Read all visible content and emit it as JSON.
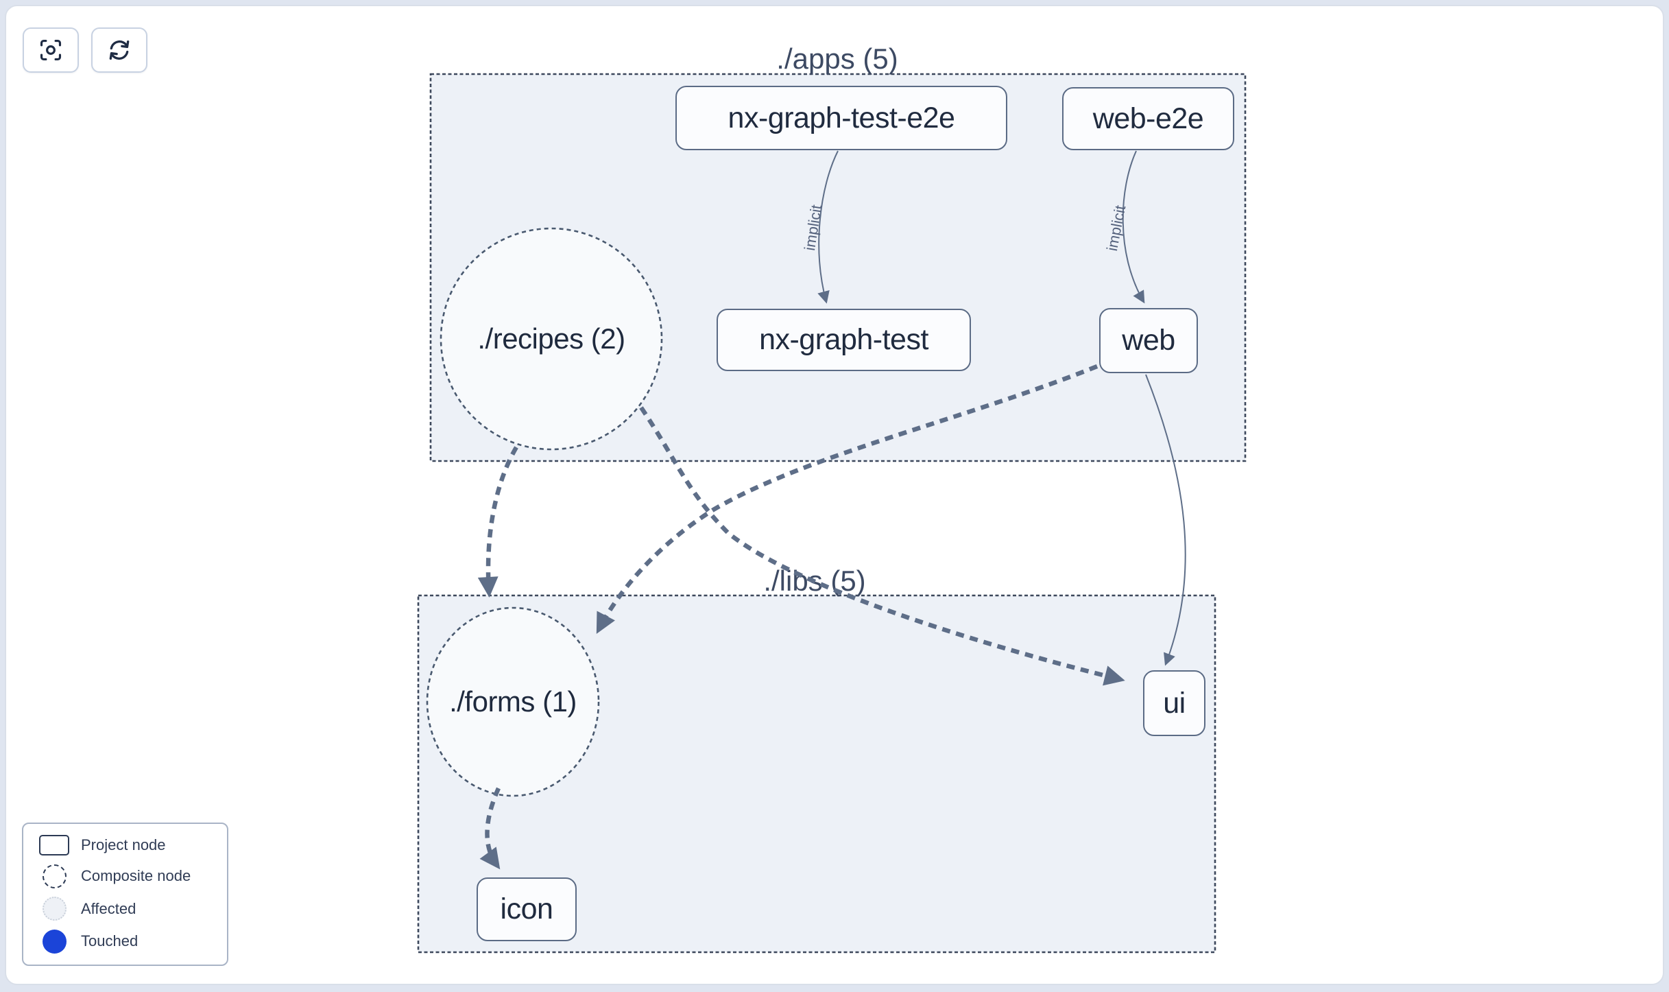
{
  "toolbar": {
    "buttons": [
      {
        "icon": "zoom-to-fit-icon"
      },
      {
        "icon": "refresh-icon"
      }
    ]
  },
  "graph": {
    "containers": [
      {
        "id": "apps",
        "title": "./apps (5)"
      },
      {
        "id": "libs",
        "title": "./libs (5)"
      }
    ],
    "composite_nodes": [
      {
        "label": "./recipes (2)",
        "container": "apps"
      },
      {
        "label": "./forms (1)",
        "container": "libs"
      }
    ],
    "project_nodes": [
      {
        "label": "nx-graph-test-e2e",
        "container": "apps"
      },
      {
        "label": "web-e2e",
        "container": "apps"
      },
      {
        "label": "nx-graph-test",
        "container": "apps"
      },
      {
        "label": "web",
        "container": "apps"
      },
      {
        "label": "ui",
        "container": "libs"
      },
      {
        "label": "icon",
        "container": "libs"
      }
    ],
    "edges": [
      {
        "from": "nx-graph-test-e2e",
        "to": "nx-graph-test",
        "label": "implicit",
        "style": "solid-thin"
      },
      {
        "from": "web-e2e",
        "to": "web",
        "label": "implicit",
        "style": "solid-thin"
      },
      {
        "from": "./recipes (2)",
        "to": "./forms (1)",
        "label": "",
        "style": "dashed-thick"
      },
      {
        "from": "./recipes (2)",
        "to": "ui",
        "label": "",
        "style": "dashed-thick"
      },
      {
        "from": "web",
        "to": "./forms (1)",
        "label": "",
        "style": "dashed-thick"
      },
      {
        "from": "web",
        "to": "ui",
        "label": "",
        "style": "solid-thin"
      },
      {
        "from": "./forms (1)",
        "to": "icon",
        "label": "",
        "style": "dashed-thick"
      }
    ]
  },
  "legend": {
    "items": [
      {
        "icon": "project-node-icon",
        "label": "Project node"
      },
      {
        "icon": "composite-node-icon",
        "label": "Composite node"
      },
      {
        "icon": "affected-icon",
        "label": "Affected"
      },
      {
        "icon": "touched-icon",
        "label": "Touched"
      }
    ]
  },
  "colors": {
    "touched_blue": "#1b44d8",
    "container_fill": "#edf1f7",
    "container_border": "#3d485c",
    "edge": "#5e6e88",
    "node_text": "#202b3f",
    "canvas_background": "#ffffff",
    "page_background": "#dfe5f0"
  }
}
